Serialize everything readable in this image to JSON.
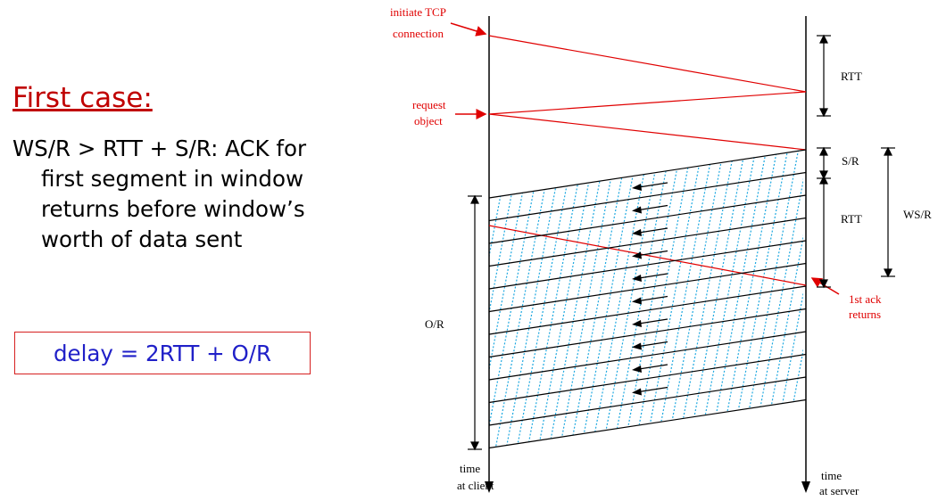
{
  "slide": {
    "title": "First case:",
    "description": "WS/R > RTT + S/R: ACK for first segment in window returns before window’s worth of data sent",
    "formula": "delay = 2RTT + O/R"
  },
  "diagram": {
    "labels": {
      "initiate_line1": "initiate TCP",
      "initiate_line2": "connection",
      "request_line1": "request",
      "request_line2": "object",
      "rtt_top": "RTT",
      "s_over_r": "S/R",
      "rtt_mid": "RTT",
      "ws_over_r": "WS/R",
      "first_ack_line1": "1st ack",
      "first_ack_line2": "returns",
      "o_over_r": "O/R",
      "client_time_line1": "time",
      "client_time_line2": "at client",
      "server_time_line1": "time",
      "server_time_line2": "at server"
    },
    "colors": {
      "connection": "#e00000",
      "segments": "#000000",
      "hatch": "#1ea8e0",
      "annotation": "#e00000"
    }
  }
}
